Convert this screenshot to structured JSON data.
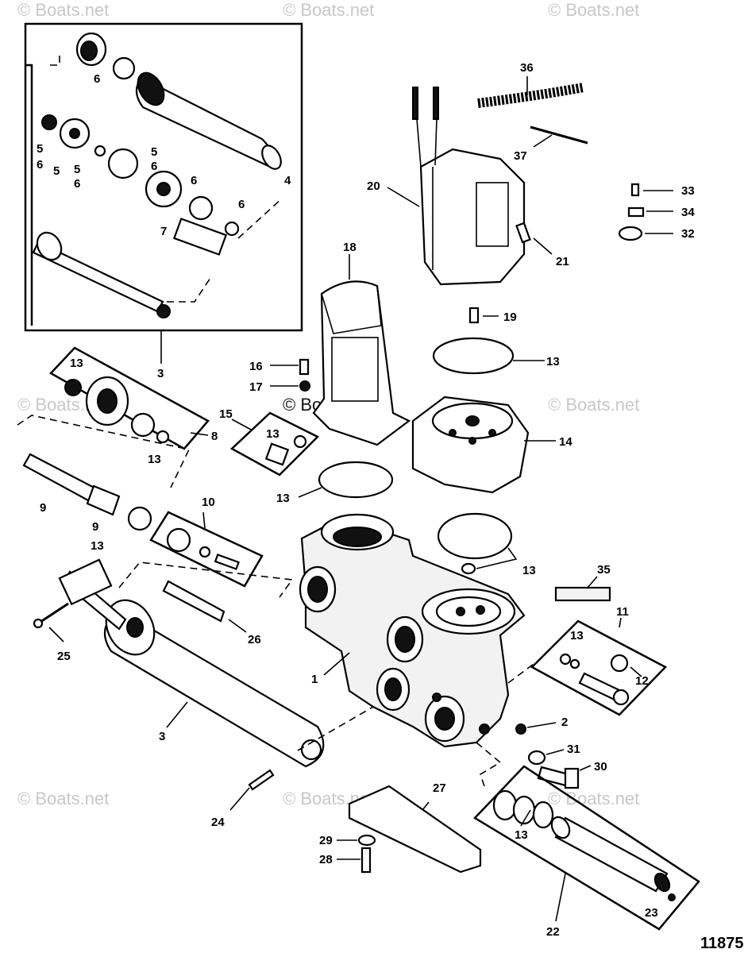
{
  "watermark": "© Boats.net",
  "figure_number": "11875",
  "callouts": [
    {
      "id": "36",
      "text": "36"
    },
    {
      "id": "37",
      "text": "37"
    },
    {
      "id": "20",
      "text": "20"
    },
    {
      "id": "21",
      "text": "21"
    },
    {
      "id": "33",
      "text": "33"
    },
    {
      "id": "34",
      "text": "34"
    },
    {
      "id": "32",
      "text": "32"
    },
    {
      "id": "18",
      "text": "18"
    },
    {
      "id": "19",
      "text": "19"
    },
    {
      "id": "13a",
      "text": "13"
    },
    {
      "id": "16",
      "text": "16"
    },
    {
      "id": "17",
      "text": "17"
    },
    {
      "id": "15",
      "text": "15"
    },
    {
      "id": "13b",
      "text": "13"
    },
    {
      "id": "14",
      "text": "14"
    },
    {
      "id": "13c",
      "text": "13"
    },
    {
      "id": "13d",
      "text": "13"
    },
    {
      "id": "35",
      "text": "35"
    },
    {
      "id": "11",
      "text": "11"
    },
    {
      "id": "13e",
      "text": "13"
    },
    {
      "id": "12",
      "text": "12"
    },
    {
      "id": "1",
      "text": "1"
    },
    {
      "id": "2",
      "text": "2"
    },
    {
      "id": "31",
      "text": "31"
    },
    {
      "id": "30",
      "text": "30"
    },
    {
      "id": "27",
      "text": "27"
    },
    {
      "id": "29",
      "text": "29"
    },
    {
      "id": "28",
      "text": "28"
    },
    {
      "id": "22",
      "text": "22"
    },
    {
      "id": "23",
      "text": "23"
    },
    {
      "id": "13f",
      "text": "13"
    },
    {
      "id": "24",
      "text": "24"
    },
    {
      "id": "3a",
      "text": "3"
    },
    {
      "id": "25",
      "text": "25"
    },
    {
      "id": "26",
      "text": "26"
    },
    {
      "id": "10",
      "text": "10"
    },
    {
      "id": "9a",
      "text": "9"
    },
    {
      "id": "9b",
      "text": "9"
    },
    {
      "id": "13g",
      "text": "13"
    },
    {
      "id": "8",
      "text": "8"
    },
    {
      "id": "13h",
      "text": "13"
    },
    {
      "id": "13i",
      "text": "13"
    },
    {
      "id": "3b",
      "text": "3"
    },
    {
      "id": "4",
      "text": "4"
    },
    {
      "id": "6a",
      "text": "6"
    },
    {
      "id": "5a",
      "text": "5"
    },
    {
      "id": "6b",
      "text": "6"
    },
    {
      "id": "5b",
      "text": "5"
    },
    {
      "id": "5c",
      "text": "5"
    },
    {
      "id": "6c",
      "text": "6"
    },
    {
      "id": "5d",
      "text": "5"
    },
    {
      "id": "6d",
      "text": "6"
    },
    {
      "id": "6e",
      "text": "6"
    },
    {
      "id": "6f",
      "text": "6"
    },
    {
      "id": "7",
      "text": "7"
    }
  ]
}
